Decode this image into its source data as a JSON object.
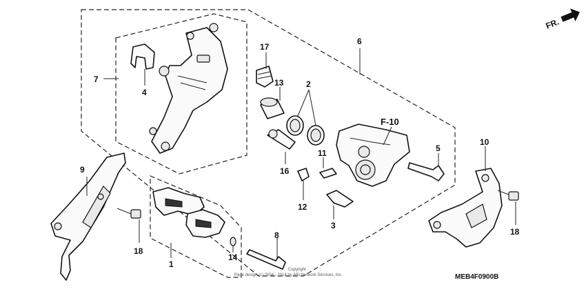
{
  "direction_label": "FR.",
  "callouts": {
    "p1": "1",
    "p2": "2",
    "p3": "3",
    "p4": "4",
    "p6": "6",
    "p7": "7",
    "p8": "8",
    "p9": "9",
    "p10": "10",
    "p11": "11",
    "p12": "12",
    "p13": "13",
    "p14": "14",
    "p16": "16",
    "p17": "17",
    "p18a": "18",
    "p18b": "18"
  },
  "reference_label": "F-10",
  "diagram_code": "MEB4F0900B",
  "copyright": {
    "line1": "Copyright",
    "line2": "Page design (c) 2004 - 2014 by ARI Network Services, Inc."
  },
  "icons": [
    "arrow-right-icon"
  ]
}
